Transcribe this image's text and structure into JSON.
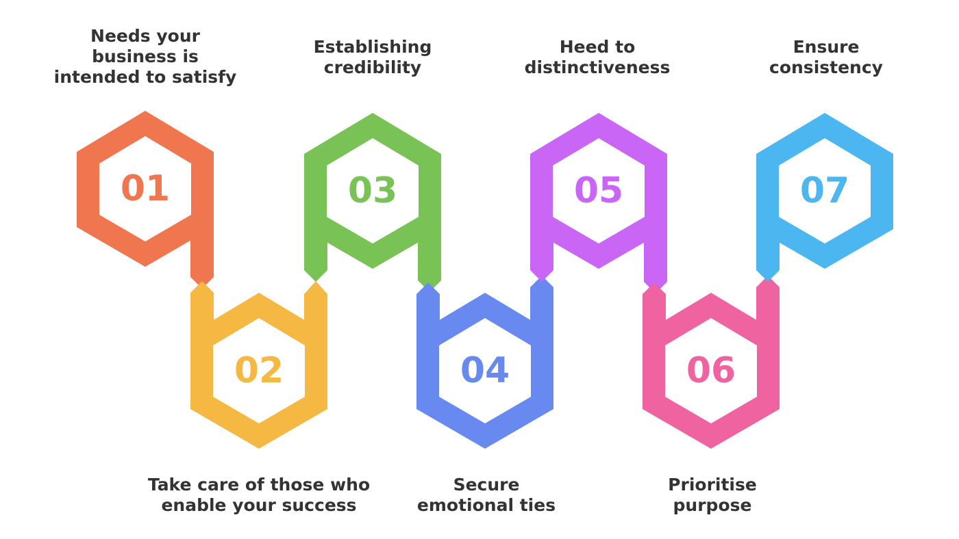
{
  "steps": [
    {
      "number": "01",
      "color": "#F07650",
      "label": [
        "Needs your",
        "business is",
        "intended to satisfy"
      ]
    },
    {
      "number": "02",
      "color": "#F5B842",
      "label": [
        "Take care of those who",
        "enable your success"
      ]
    },
    {
      "number": "03",
      "color": "#79C255",
      "label": [
        "Establishing",
        "credibility"
      ]
    },
    {
      "number": "04",
      "color": "#688AF0",
      "label": [
        "Secure",
        "emotional ties"
      ]
    },
    {
      "number": "05",
      "color": "#C966F5",
      "label": [
        "Heed to",
        "distinctiveness"
      ]
    },
    {
      "number": "06",
      "color": "#EE63A0",
      "label": [
        "Prioritise",
        "purpose"
      ]
    },
    {
      "number": "07",
      "color": "#4BB6F0",
      "label": [
        "Ensure",
        "consistency"
      ]
    }
  ]
}
